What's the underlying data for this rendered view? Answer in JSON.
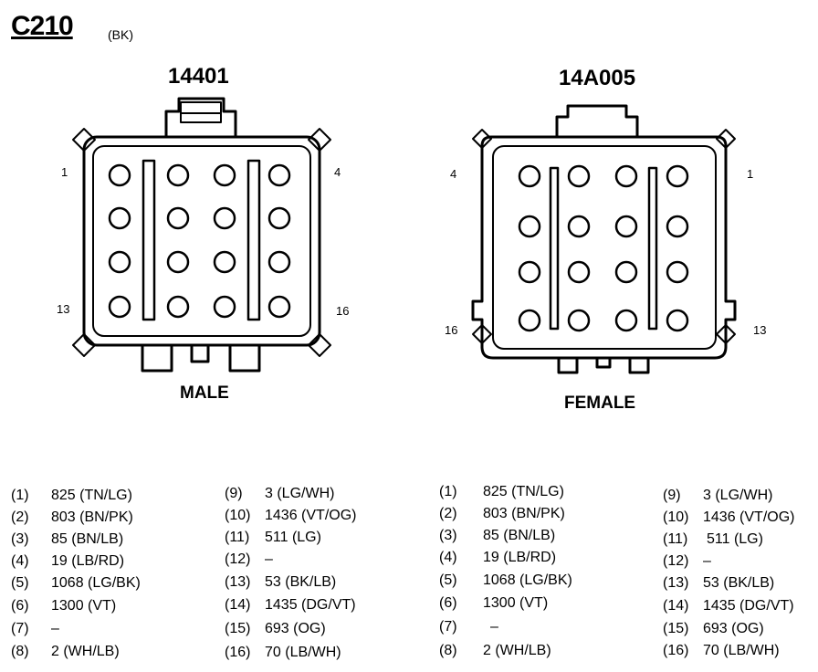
{
  "header": {
    "connector_id": "C210",
    "connector_color": "(BK)"
  },
  "male": {
    "part_number": "14401",
    "label": "MALE",
    "pin_labels": {
      "top_left": "1",
      "top_right": "4",
      "bottom_left": "13",
      "bottom_right": "16"
    }
  },
  "female": {
    "part_number": "14A005",
    "label": "FEMALE",
    "pin_labels": {
      "top_left": "4",
      "top_right": "1",
      "bottom_left": "16",
      "bottom_right": "13"
    }
  },
  "pinout": [
    {
      "pin": "(1)",
      "circuit": "825 (TN/LG)"
    },
    {
      "pin": "(2)",
      "circuit": "803 (BN/PK)"
    },
    {
      "pin": "(3)",
      "circuit": "85 (BN/LB)"
    },
    {
      "pin": "(4)",
      "circuit": "19 (LB/RD)"
    },
    {
      "pin": "(5)",
      "circuit": "1068 (LG/BK)"
    },
    {
      "pin": "(6)",
      "circuit": "1300 (VT)"
    },
    {
      "pin": "(7)",
      "circuit": "–"
    },
    {
      "pin": "(8)",
      "circuit": "2 (WH/LB)"
    },
    {
      "pin": "(9)",
      "circuit": "3 (LG/WH)"
    },
    {
      "pin": "(10)",
      "circuit": "1436 (VT/OG)"
    },
    {
      "pin": "(11)",
      "circuit": "511 (LG)"
    },
    {
      "pin": "(12)",
      "circuit": "–"
    },
    {
      "pin": "(13)",
      "circuit": "53 (BK/LB)"
    },
    {
      "pin": "(14)",
      "circuit": "1435 (DG/VT)"
    },
    {
      "pin": "(15)",
      "circuit": "693 (OG)"
    },
    {
      "pin": "(16)",
      "circuit": "70 (LB/WH)"
    }
  ],
  "pinout_right": [
    {
      "pin": "(1)",
      "circuit": "825 (TN/LG)"
    },
    {
      "pin": "(2)",
      "circuit": "803 (BN/PK)"
    },
    {
      "pin": "(3)",
      "circuit": "85 (BN/LB)"
    },
    {
      "pin": "(4)",
      "circuit": "19 (LB/RD)"
    },
    {
      "pin": "(5)",
      "circuit": "1068 (LG/BK)"
    },
    {
      "pin": "(6)",
      "circuit": "1300 (VT)"
    },
    {
      "pin": "(7)",
      "circuit": "–"
    },
    {
      "pin": "(8)",
      "circuit": "2 (WH/LB)"
    },
    {
      "pin": "(9)",
      "circuit": "3 (LG/WH)"
    },
    {
      "pin": "(10)",
      "circuit": "1436 (VT/OG)"
    },
    {
      "pin": "(11)",
      "circuit": "511 (LG)"
    },
    {
      "pin": "(12)",
      "circuit": "–"
    },
    {
      "pin": "(13)",
      "circuit": "53 (BK/LB)"
    },
    {
      "pin": "(14)",
      "circuit": "1435 (DG/VT)"
    },
    {
      "pin": "(15)",
      "circuit": "693 (OG)"
    },
    {
      "pin": "(16)",
      "circuit": "70 (LB/WH)"
    }
  ]
}
